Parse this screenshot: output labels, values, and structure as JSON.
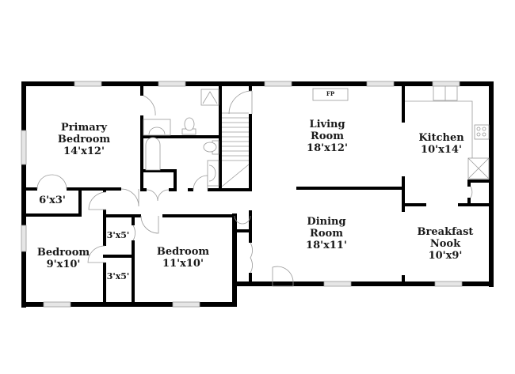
{
  "plan": {
    "background": "#ffffff",
    "wall_color": "#000000",
    "rooms": [
      {
        "id": "primary-bedroom",
        "name_line1": "Primary",
        "name_line2": "Bedroom",
        "dims": "14'x12'"
      },
      {
        "id": "living-room",
        "name_line1": "Living",
        "name_line2": "Room",
        "dims": "18'x12'"
      },
      {
        "id": "kitchen",
        "name_line1": "Kitchen",
        "dims": "10'x14'"
      },
      {
        "id": "closet-6x3",
        "dims": "6'x3'"
      },
      {
        "id": "closet-3x5-upper",
        "dims": "3'x5'"
      },
      {
        "id": "closet-3x5-lower",
        "dims": "3'x5'"
      },
      {
        "id": "bedroom-9x10",
        "name_line1": "Bedroom",
        "dims": "9'x10'"
      },
      {
        "id": "bedroom-11x10",
        "name_line1": "Bedroom",
        "dims": "11'x10'"
      },
      {
        "id": "dining-room",
        "name_line1": "Dining",
        "name_line2": "Room",
        "dims": "18'x11'"
      },
      {
        "id": "breakfast-nook",
        "name_line1": "Breakfast",
        "name_line2": "Nook",
        "dims": "10'x9'"
      }
    ],
    "fireplace_label": "FP"
  }
}
